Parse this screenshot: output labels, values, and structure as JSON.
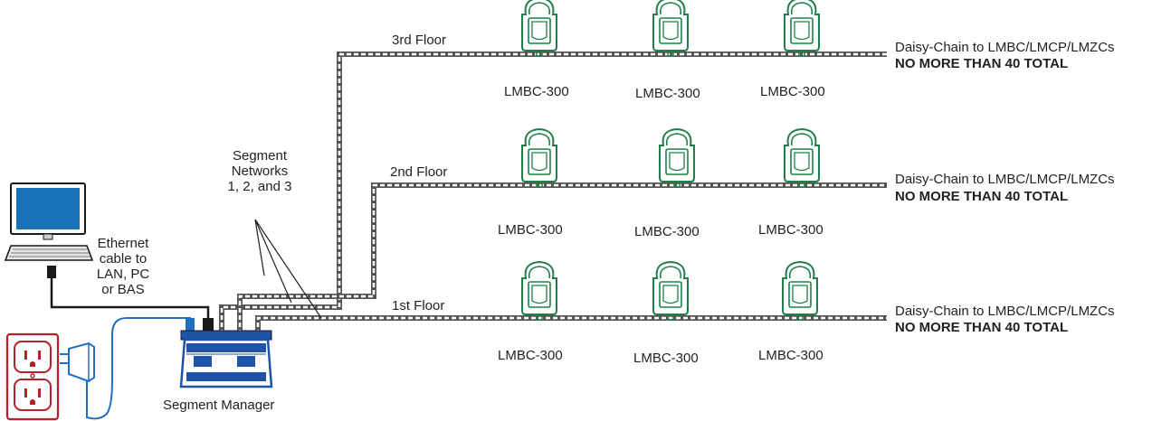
{
  "colors": {
    "controller": "#1e8048",
    "segment_manager": "#1f53a8",
    "power_cable": "#1f6fc9",
    "outlet": "#b62026",
    "wire": "#555555",
    "computer": "#0e66b3"
  },
  "floors": [
    {
      "label": "3rd Floor",
      "devices": [
        "LMBC-300",
        "LMBC-300",
        "LMBC-300"
      ],
      "chain_note": "Daisy-Chain to LMBC/LMCP/LMZCs",
      "limit_note": "NO MORE THAN 40 TOTAL"
    },
    {
      "label": "2nd Floor",
      "devices": [
        "LMBC-300",
        "LMBC-300",
        "LMBC-300"
      ],
      "chain_note": "Daisy-Chain to LMBC/LMCP/LMZCs",
      "limit_note": "NO MORE THAN 40 TOTAL"
    },
    {
      "label": "1st Floor",
      "devices": [
        "LMBC-300",
        "LMBC-300",
        "LMBC-300"
      ],
      "chain_note": "Daisy-Chain to LMBC/LMCP/LMZCs",
      "limit_note": "NO MORE THAN 40 TOTAL"
    }
  ],
  "segment_networks_label": [
    "Segment",
    "Networks",
    "1, 2, and 3"
  ],
  "ethernet_label": [
    "Ethernet",
    "cable to",
    "LAN, PC",
    "or BAS"
  ],
  "segment_manager_label": "Segment Manager",
  "icons": [
    "computer-icon",
    "segment-manager-icon",
    "power-outlet-icon",
    "power-adapter-icon",
    "controller-icon"
  ]
}
